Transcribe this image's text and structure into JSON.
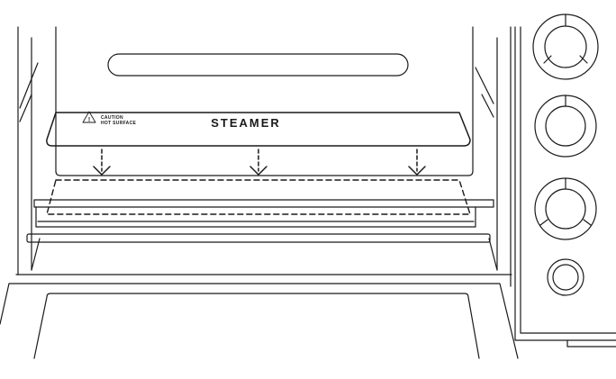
{
  "steamer_label": {
    "title": "STEAMER",
    "caution_line1": "CAUTION",
    "caution_line2": "HOT SURFACE",
    "warning_symbol": "!"
  },
  "icons": {
    "warning": "warning-triangle-icon",
    "arrow": "arrow-down-icon",
    "knob": "control-knob-icon"
  },
  "colors": {
    "line": "#1a1a1a",
    "background": "#ffffff"
  }
}
